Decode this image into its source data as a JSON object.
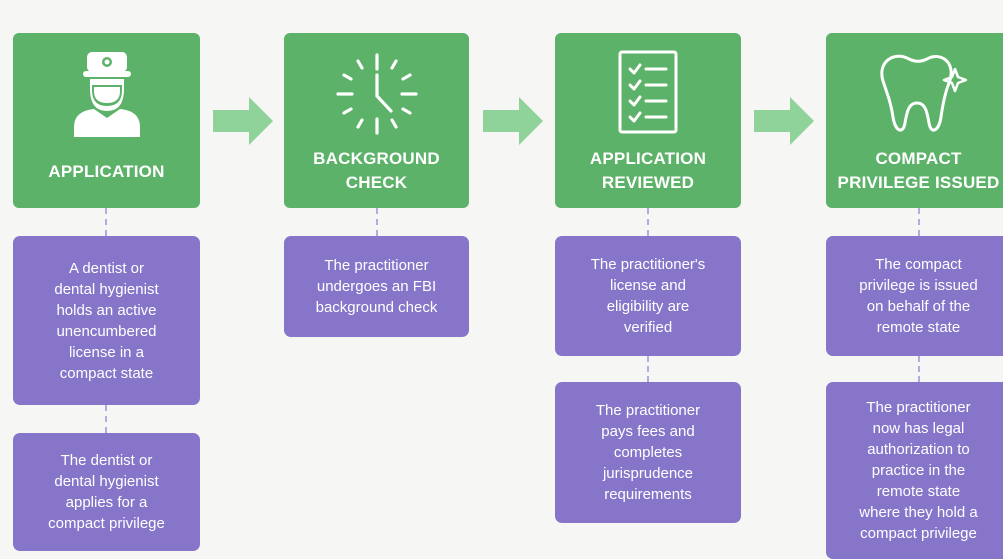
{
  "steps": [
    {
      "title": "APPLICATION",
      "icon": "dentist-icon"
    },
    {
      "title": "BACKGROUND\nCHECK",
      "icon": "clock-icon"
    },
    {
      "title": "APPLICATION\nREVIEWED",
      "icon": "checklist-icon"
    },
    {
      "title": "COMPACT\nPRIVILEGE ISSUED",
      "icon": "tooth-icon"
    }
  ],
  "descriptions": {
    "application": [
      "A dentist or\ndental hygienist\nholds an active\nunencumbered\nlicense in a\ncompact state",
      "The dentist or\ndental hygienist\napplies for a\ncompact privilege"
    ],
    "background": [
      "The practitioner\nundergoes an FBI\nbackground check"
    ],
    "reviewed": [
      "The practitioner's\nlicense and\neligibility are\nverified",
      "The practitioner\npays fees and\ncompletes\njurisprudence\nrequirements"
    ],
    "issued": [
      "The compact\nprivilege is issued\non behalf of the\nremote state",
      "The practitioner\nnow has legal\nauthorization to\npractice in the\nremote state\nwhere they hold a\ncompact privilege"
    ]
  },
  "colors": {
    "step": "#5db26a",
    "arrow": "#8fd39a",
    "description": "#8675c9"
  }
}
